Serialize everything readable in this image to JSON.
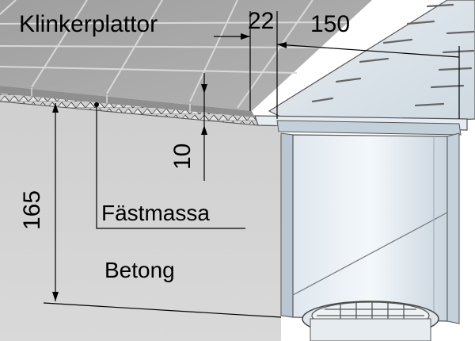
{
  "labels": {
    "tiles": "Klinkerplattor",
    "adhesive": "Fästmassa",
    "concrete": "Betong"
  },
  "dimensions": {
    "edge": "22",
    "grate_width": "150",
    "tile_thickness": "10",
    "channel_depth": "165"
  },
  "colors": {
    "tile_surface": "#a9a9a9",
    "tile_joint": "#d8d8d8",
    "concrete": "#d2d2d2",
    "steel_light": "#eef3f7",
    "steel_mid": "#c9d6df",
    "dim_line": "#000000"
  }
}
